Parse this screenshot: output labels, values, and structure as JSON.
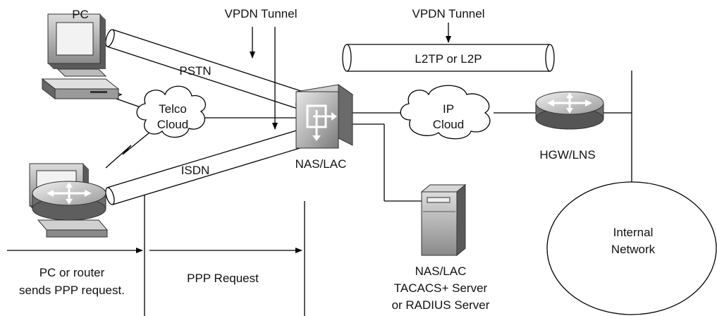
{
  "labels": {
    "pc": "PC",
    "vpdn_tunnel_left": "VPDN Tunnel",
    "vpdn_tunnel_right": "VPDN Tunnel",
    "l2tp": "L2TP or L2P",
    "pstn": "PSTN",
    "isdn": "ISDN",
    "telco_cloud_line1": "Telco",
    "telco_cloud_line2": "Cloud",
    "ip_cloud_line1": "IP",
    "ip_cloud_line2": "Cloud",
    "nas_lac": "NAS/LAC",
    "hgw_lns": "HGW/LNS",
    "internal_network_line1": "Internal",
    "internal_network_line2": "Network",
    "pc_router_line1": "PC or router",
    "pc_router_line2": "sends PPP request.",
    "ppp_request": "PPP Request",
    "server_line1": "NAS/LAC",
    "server_line2": "TACACS+ Server",
    "server_line3": "or RADIUS Server"
  }
}
